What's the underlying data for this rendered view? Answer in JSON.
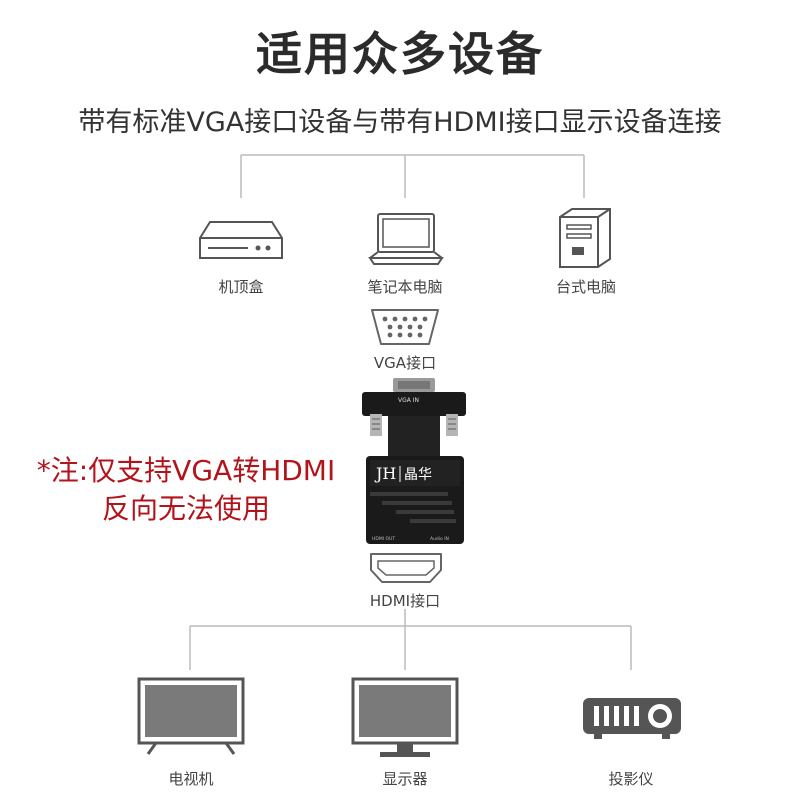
{
  "header": {
    "title": "适用众多设备",
    "subtitle": "带有标准VGA接口设备与带有HDMI接口显示设备连接"
  },
  "sources": [
    {
      "label": "机顶盒",
      "icon": "set-top-box-icon"
    },
    {
      "label": "笔记本电脑",
      "icon": "laptop-icon"
    },
    {
      "label": "台式电脑",
      "icon": "desktop-pc-icon"
    }
  ],
  "ports": {
    "vga_label": "VGA接口",
    "hdmi_label": "HDMI接口"
  },
  "adapter": {
    "brand_latin": "JH",
    "brand_cn": "晶华",
    "vga_in_text": "VGA IN",
    "hdmi_out_text": "HDMI OUT",
    "audio_in_text": "Audio IN"
  },
  "note": {
    "line1": "*注:仅支持VGA转HDMI",
    "line2": "反向无法使用",
    "color": "#b3141c"
  },
  "displays": [
    {
      "label": "电视机",
      "icon": "tv-icon"
    },
    {
      "label": "显示器",
      "icon": "monitor-icon"
    },
    {
      "label": "投影仪",
      "icon": "projector-icon"
    }
  ],
  "colors": {
    "line": "#bbbbbb",
    "icon_stroke": "#555555",
    "screen_fill": "#7a7a7a",
    "adapter_body": "#1a1a1a"
  }
}
